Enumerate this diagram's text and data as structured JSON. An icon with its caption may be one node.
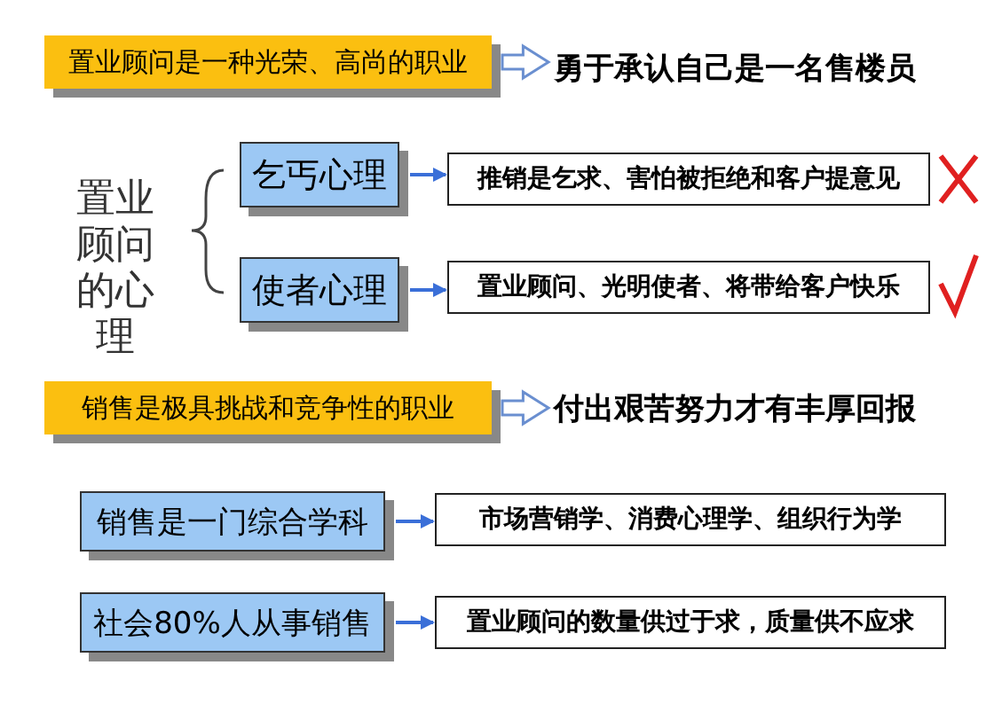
{
  "diagram": {
    "nodes": [
      {
        "text": [
          "置业顾问是一种光荣、高尚的职业"
        ]
      },
      {
        "text": [
          "勇于承认自己是一名售楼员"
        ]
      },
      {
        "text": [
          "乞丐心理"
        ]
      },
      {
        "text": [
          "推销是乞求、害怕被拒绝和客户提意见"
        ]
      },
      {
        "text": [
          "使者心理"
        ]
      },
      {
        "text": [
          "置业顾问、光明使者、将带给客户快乐"
        ]
      },
      {
        "text": [
          "销售是极具挑战和竞争性的职业"
        ]
      },
      {
        "text": [
          "付出艰苦努力才有丰厚回报"
        ]
      },
      {
        "text": [
          "销售是一门综合学科"
        ]
      },
      {
        "text": [
          "市场营销学、消费心理学、组织行为学"
        ]
      },
      {
        "text": [
          "社会80%人从事销售"
        ]
      },
      {
        "text": [
          "置业顾问的数量供过于求，质量供不应求"
        ]
      }
    ],
    "edges": [
      {
        "from": 0,
        "to": 1,
        "arrow": "to"
      },
      {
        "from": 2,
        "to": 3,
        "arrow": "to"
      },
      {
        "from": 4,
        "to": 5,
        "arrow": "to"
      },
      {
        "from": 6,
        "to": 7,
        "arrow": "to"
      },
      {
        "from": 8,
        "to": 9,
        "arrow": "to"
      },
      {
        "from": 10,
        "to": 11,
        "arrow": "to"
      }
    ],
    "labels": [
      "置业顾问的心理"
    ]
  }
}
